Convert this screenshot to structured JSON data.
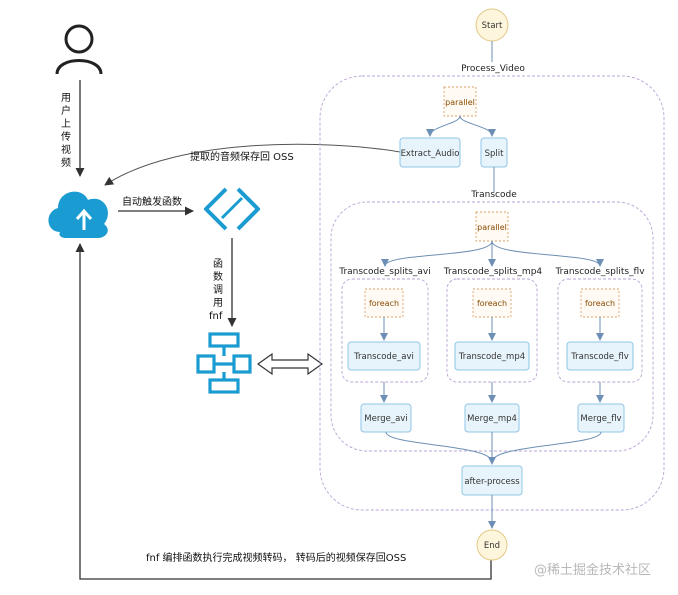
{
  "labels": {
    "upload_chars": [
      "用",
      "户",
      "上",
      "传",
      "视",
      "频"
    ],
    "invoke_chars": [
      "函",
      "数",
      "调",
      "用",
      "fnf"
    ],
    "extract_audio_save": "提取的音频保存回 OSS",
    "auto_trigger": "自动触发函数",
    "bottom_caption": "fnf 编排函数执行完成视频转码， 转码后的视频保存回OSS",
    "watermark": "@稀土掘金技术社区"
  },
  "flow": {
    "start": "Start",
    "end": "End",
    "process_video": "Process_Video",
    "parallel_top": "parallel",
    "extract_audio": "Extract_Audio",
    "split": "Split",
    "transcode": "Transcode",
    "parallel_inner": "parallel",
    "branches": [
      {
        "title": "Transcode_splits_avi",
        "foreach": "foreach",
        "task": "Transcode_avi",
        "merge": "Merge_avi"
      },
      {
        "title": "Transcode_splits_mp4",
        "foreach": "foreach",
        "task": "Transcode_mp4",
        "merge": "Merge_mp4"
      },
      {
        "title": "Transcode_splits_flv",
        "foreach": "foreach",
        "task": "Transcode_flv",
        "merge": "Merge_flv"
      }
    ],
    "after_process": "after-process"
  },
  "colors": {
    "accent": "#1a9bd1",
    "node_fill": "#e8f4fb",
    "node_stroke": "#8fc6e6",
    "ctl_stroke": "#d9a36b",
    "ctl_fill": "#fffaf3",
    "start_fill": "#fdf5dc",
    "start_stroke": "#e2c987",
    "dash_group": "#b9a3d4",
    "arrow": "#6d8fb5"
  }
}
